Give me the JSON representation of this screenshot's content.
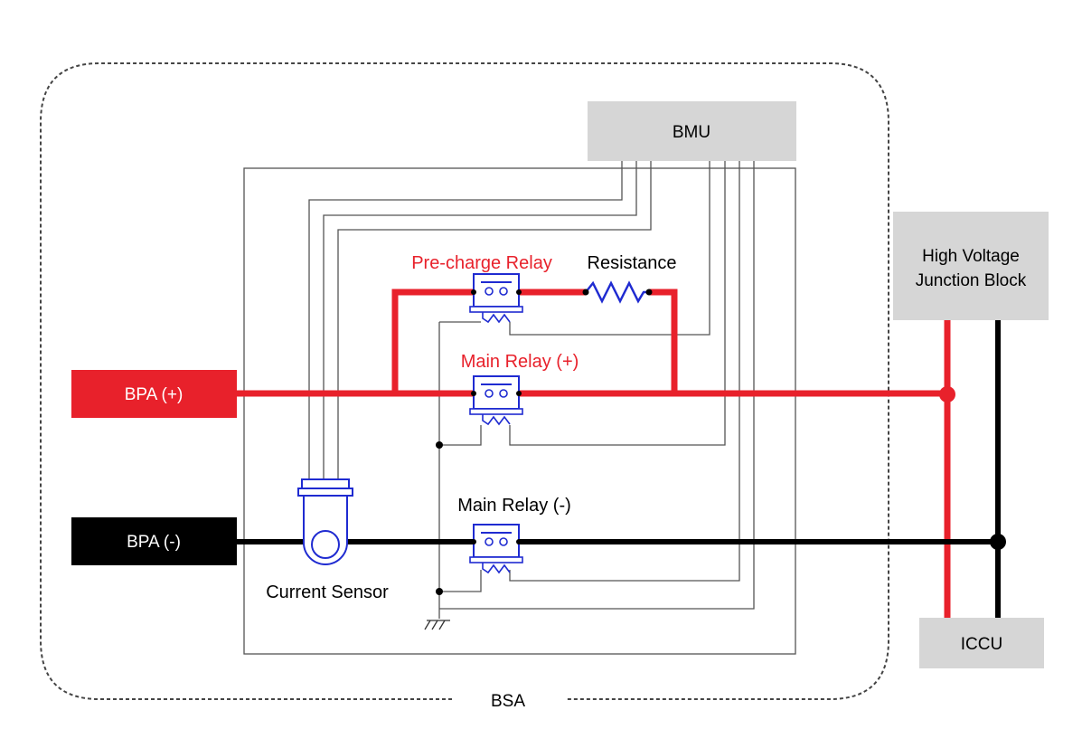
{
  "labels": {
    "bmu": "BMU",
    "bsa": "BSA",
    "hvjb_line1": "High Voltage",
    "hvjb_line2": "Junction Block",
    "iccu": "ICCU",
    "bpa_pos": "BPA (+)",
    "bpa_neg": "BPA (-)",
    "precharge_relay": "Pre-charge Relay",
    "resistance": "Resistance",
    "main_relay_pos": "Main Relay (+)",
    "main_relay_neg": "Main Relay (-)",
    "current_sensor": "Current Sensor"
  },
  "colors": {
    "positive": "#e8212b",
    "negative": "#000000",
    "relay": "#1f2bd1",
    "box_gray": "#d6d6d6",
    "wire": "#555555",
    "red_label": "#e8212b"
  }
}
